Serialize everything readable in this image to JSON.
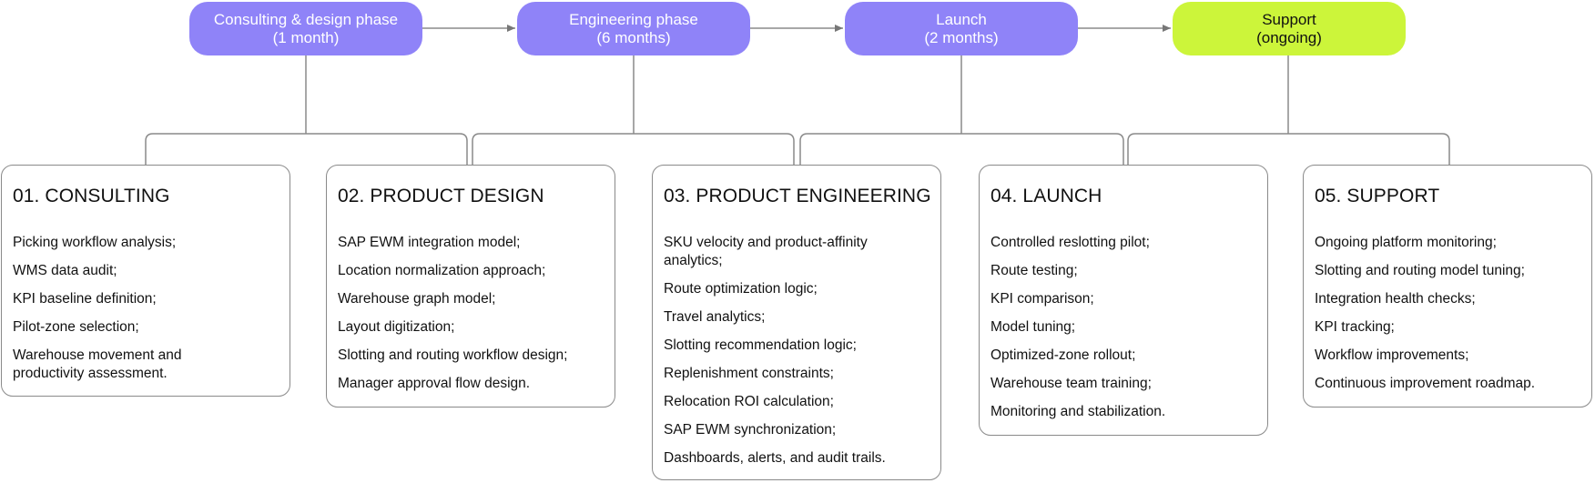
{
  "phases": [
    {
      "line1": "Consulting & design phase",
      "line2": "(1 month)",
      "color": "#8f83f8"
    },
    {
      "line1": "Engineering phase",
      "line2": "(6 months)",
      "color": "#8f83f8"
    },
    {
      "line1": "Launch",
      "line2": "(2 months)",
      "color": "#8f83f8"
    },
    {
      "line1": "Support",
      "line2": "(ongoing)",
      "color": "#ccf53a"
    }
  ],
  "cards": [
    {
      "title": "01. CONSULTING",
      "items": [
        "Picking workflow analysis;",
        "WMS data audit;",
        "KPI baseline definition;",
        "Pilot-zone selection;",
        "Warehouse movement and productivity assessment."
      ]
    },
    {
      "title": "02. PRODUCT DESIGN",
      "items": [
        "SAP EWM integration model;",
        "Location normalization approach;",
        "Warehouse graph model;",
        "Layout digitization;",
        "Slotting and routing workflow design;",
        "Manager approval flow design."
      ]
    },
    {
      "title": "03. PRODUCT ENGINEERING",
      "items": [
        "SKU velocity and product-affinity analytics;",
        "Route optimization logic;",
        "Travel analytics;",
        "Slotting recommendation logic;",
        "Replenishment constraints;",
        "Relocation ROI calculation;",
        "SAP EWM synchronization;",
        "Dashboards, alerts, and audit trails."
      ]
    },
    {
      "title": "04. LAUNCH",
      "items": [
        "Controlled reslotting pilot;",
        "Route testing;",
        "KPI comparison;",
        "Model tuning;",
        "Optimized-zone rollout;",
        "Warehouse team training;",
        "Monitoring and stabilization."
      ]
    },
    {
      "title": "05. SUPPORT",
      "items": [
        "Ongoing platform monitoring;",
        "Slotting and routing model tuning;",
        "Integration health checks;",
        "KPI tracking;",
        "Workflow improvements;",
        "Continuous improvement roadmap."
      ]
    }
  ]
}
